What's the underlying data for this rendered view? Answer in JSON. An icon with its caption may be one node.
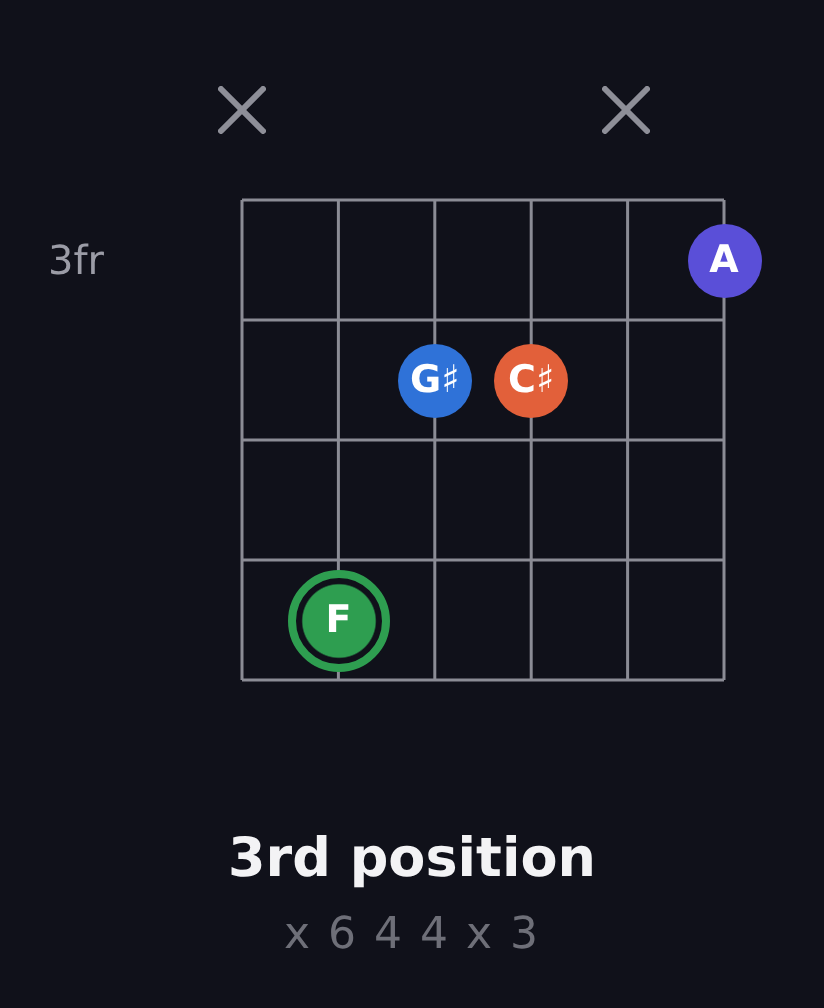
{
  "diagram": {
    "title": "3rd position",
    "caption": "x 6 4 4 x 3",
    "nodes": [
      {
        "text": [
          "A"
        ]
      },
      {
        "text": [
          "G♯"
        ]
      },
      {
        "text": [
          "C♯"
        ]
      },
      {
        "text": [
          "F"
        ]
      }
    ],
    "labels": [
      "3fr"
    ]
  }
}
